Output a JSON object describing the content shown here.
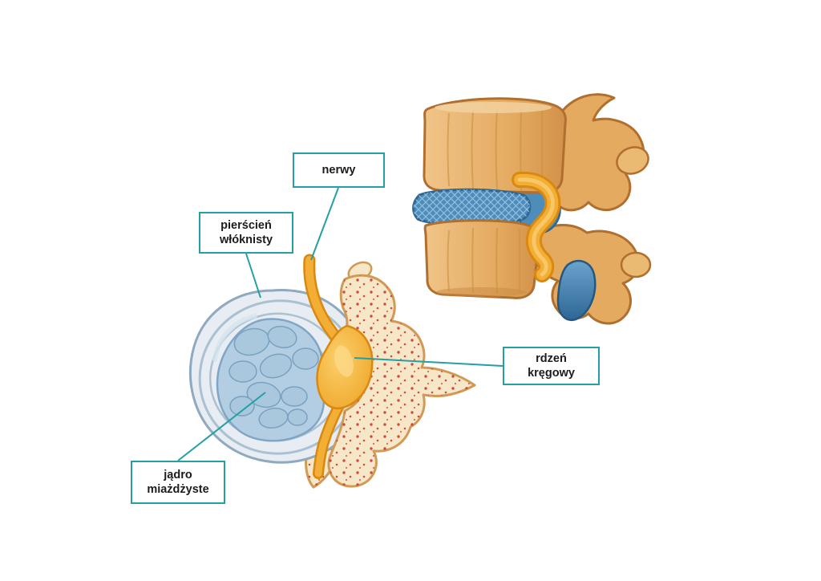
{
  "colors": {
    "accent_teal": "#249fa4",
    "label_text": "#1c1c1c",
    "bone": "#e0a45c",
    "bone_pale": "#f7e7c9",
    "disc_blue": "#4e8cba",
    "nucleus_blue": "#b3cee2",
    "nerve_orange": "#f3ae35",
    "speckle_red": "#cc3a2c",
    "background": "#ffffff"
  },
  "labels": {
    "nerwy": {
      "line1": "nerwy"
    },
    "pierscien": {
      "line1": "pierścień",
      "line2": "włóknisty"
    },
    "rdzen": {
      "line1": "rdzeń",
      "line2": "kręgowy"
    },
    "jadro": {
      "line1": "jądro",
      "line2": "miażdżyste"
    }
  }
}
